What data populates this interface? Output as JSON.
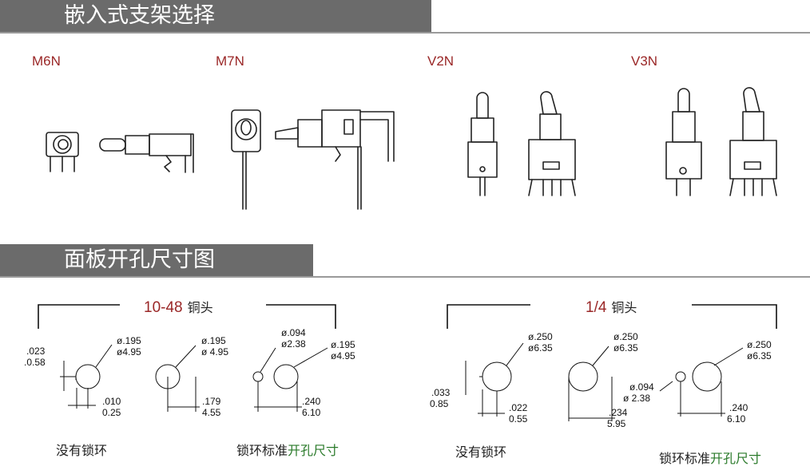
{
  "sections": {
    "bracket_title": "嵌入式支架选择",
    "panel_title": "面板开孔尺寸图"
  },
  "models": [
    "M6N",
    "M7N",
    "V2N",
    "V3N"
  ],
  "group_1048": {
    "num": "10-48",
    "label": "铜头",
    "d1_in": ".023",
    "d1_mm": ".0.58",
    "hole1_in": "ø.195",
    "hole1_mm": "ø4.95",
    "off1_in": ".010",
    "off1_mm": "0.25",
    "hole2_in": "ø.195",
    "hole2_mm": "ø 4.95",
    "off2_in": ".179",
    "off2_mm": "4.55",
    "small_in": "ø.094",
    "small_mm": "ø2.38",
    "hole3_in": "ø.195",
    "hole3_mm": "ø4.95",
    "off3_in": ".240",
    "off3_mm": "6.10"
  },
  "group_14": {
    "num": "1/4",
    "label": "铜头",
    "d1_in": ".033",
    "d1_mm": "0.85",
    "hole1_in": "ø.250",
    "hole1_mm": "ø6.35",
    "off1_in": ".022",
    "off1_mm": "0.55",
    "hole2_in": "ø.250",
    "hole2_mm": "ø6.35",
    "off2_in": ".234",
    "off2_mm": "5.95",
    "small_in": "ø.094",
    "small_mm": "ø 2.38",
    "hole3_in": "ø.250",
    "hole3_mm": "ø6.35",
    "off3_in": ".240",
    "off3_mm": "6.10"
  },
  "captions": {
    "no_lock": "没有锁环",
    "lock_std_a": "锁环标准",
    "lock_std_b": "开孔尺寸"
  },
  "colors": {
    "banner": "#6b6b6b",
    "model": "#9a2727",
    "accent_green": "#2a7a2a"
  }
}
